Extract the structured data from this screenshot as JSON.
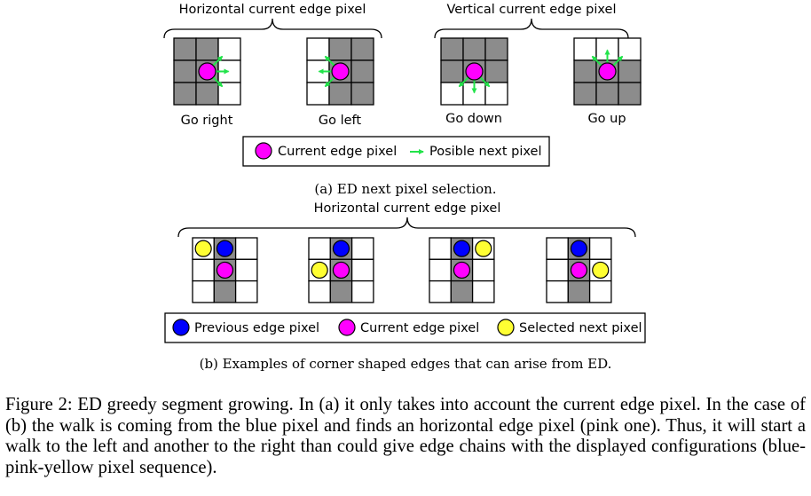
{
  "colors": {
    "grey": "#8c8c8c",
    "current": "#ff00ff",
    "previous": "#0000ff",
    "selected": "#ffff33",
    "arrow": "#22e34a"
  },
  "panel_a": {
    "group_labels": [
      "Horizontal current edge pixel",
      "Vertical current edge pixel"
    ],
    "cells": [
      {
        "label": "Go right",
        "grey": [
          0,
          1,
          3,
          4,
          6,
          7
        ],
        "arrows": [
          "NE",
          "E",
          "SE"
        ]
      },
      {
        "label": "Go left",
        "grey": [
          1,
          2,
          4,
          5,
          7,
          8
        ],
        "arrows": [
          "NW",
          "W",
          "SW"
        ]
      },
      {
        "label": "Go down",
        "grey": [
          0,
          1,
          2,
          3,
          4,
          5
        ],
        "arrows": [
          "SW",
          "S",
          "SE"
        ]
      },
      {
        "label": "Go up",
        "grey": [
          3,
          4,
          5,
          6,
          7,
          8
        ],
        "arrows": [
          "NW",
          "N",
          "NE"
        ]
      }
    ],
    "legend": {
      "current": "Current edge pixel",
      "next": "Posible next pixel"
    },
    "caption": "(a) ED next pixel selection."
  },
  "panel_b": {
    "group_label": "Horizontal current edge pixel",
    "cells": [
      {
        "previous": 1,
        "current": 4,
        "selected": 0
      },
      {
        "previous": 1,
        "current": 4,
        "selected": 3
      },
      {
        "previous": 1,
        "current": 4,
        "selected": 2
      },
      {
        "previous": 1,
        "current": 4,
        "selected": 5
      }
    ],
    "legend": {
      "previous": "Previous edge pixel",
      "current": "Current edge pixel",
      "selected": "Selected next pixel"
    },
    "caption": "(b) Examples of corner shaped edges that can arise from ED."
  },
  "figure_caption": "Figure 2: ED greedy segment growing. In (a) it only takes into account the current edge pixel. In the case of (b) the walk is coming from the blue pixel and finds an horizontal edge pixel (pink one). Thus, it will start a walk to the left and another to the right than could give edge chains with the displayed configurations (blue-pink-yellow pixel sequence)."
}
